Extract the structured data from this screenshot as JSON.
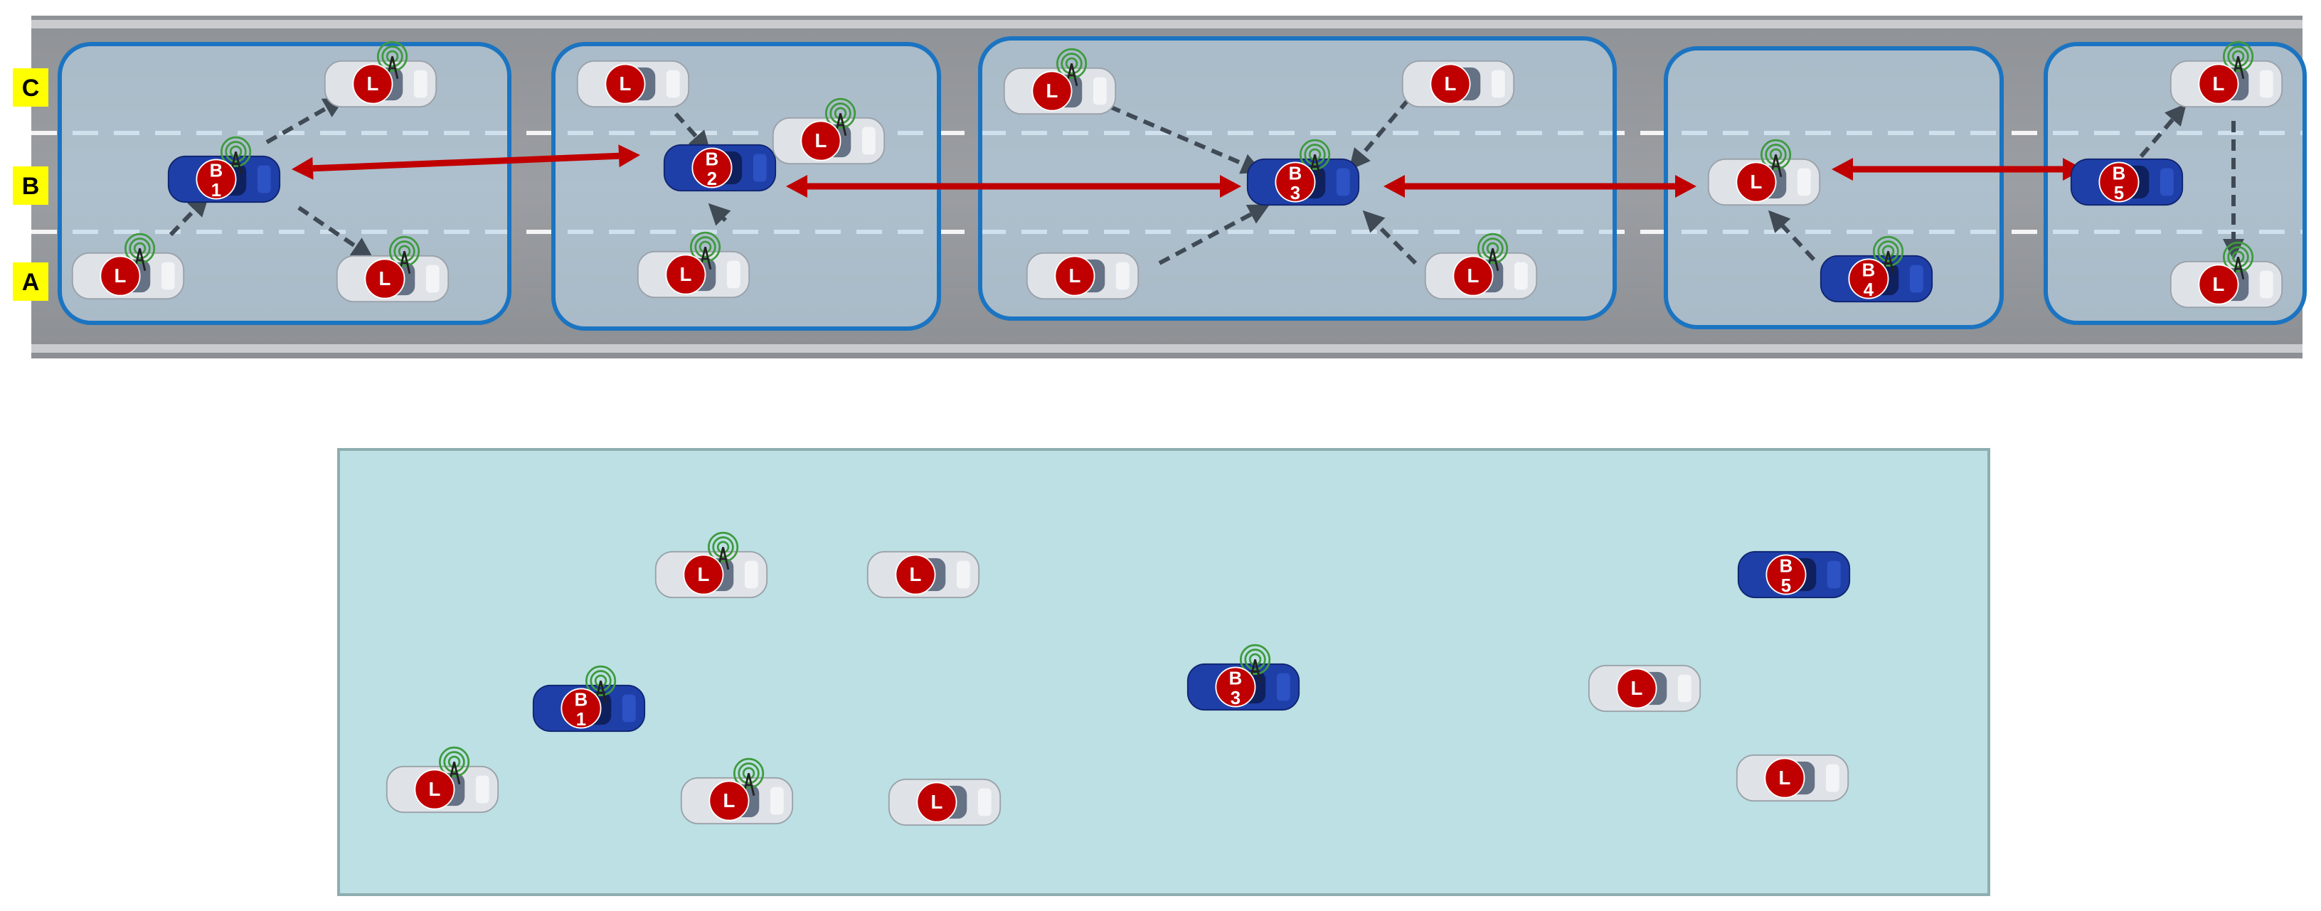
{
  "lanes": [
    {
      "label": "C"
    },
    {
      "label": "B"
    },
    {
      "label": "A"
    }
  ],
  "road_cars": [
    {
      "badge": "L",
      "car": "silver",
      "antenna": true
    },
    {
      "badge": "B",
      "number": "1",
      "car": "blue",
      "antenna": true
    },
    {
      "badge": "L",
      "car": "silver",
      "antenna": true
    },
    {
      "badge": "L",
      "car": "silver",
      "antenna": true
    },
    {
      "badge": "L",
      "car": "silver",
      "antenna": false
    },
    {
      "badge": "B",
      "number": "2",
      "car": "blue",
      "antenna": false
    },
    {
      "badge": "L",
      "car": "silver",
      "antenna": true
    },
    {
      "badge": "L",
      "car": "silver",
      "antenna": true
    },
    {
      "badge": "L",
      "car": "silver",
      "antenna": true
    },
    {
      "badge": "L",
      "car": "silver",
      "antenna": false
    },
    {
      "badge": "L",
      "car": "silver",
      "antenna": false
    },
    {
      "badge": "B",
      "number": "3",
      "car": "blue",
      "antenna": true
    },
    {
      "badge": "L",
      "car": "silver",
      "antenna": true
    },
    {
      "badge": "L",
      "car": "silver",
      "antenna": true
    },
    {
      "badge": "B",
      "number": "4",
      "car": "blue",
      "antenna": true
    },
    {
      "badge": "L",
      "car": "silver",
      "antenna": true
    },
    {
      "badge": "B",
      "number": "5",
      "car": "blue",
      "antenna": false
    },
    {
      "badge": "L",
      "car": "silver",
      "antenna": true
    },
    {
      "badge": "L",
      "car": "silver",
      "antenna": true
    }
  ],
  "bottom_cars": [
    {
      "badge": "L",
      "car": "silver",
      "antenna": true
    },
    {
      "badge": "L",
      "car": "silver",
      "antenna": false
    },
    {
      "badge": "B",
      "number": "1",
      "car": "blue",
      "antenna": true
    },
    {
      "badge": "L",
      "car": "silver",
      "antenna": true
    },
    {
      "badge": "L",
      "car": "silver",
      "antenna": true
    },
    {
      "badge": "L",
      "car": "silver",
      "antenna": false
    },
    {
      "badge": "B",
      "number": "3",
      "car": "blue",
      "antenna": true
    },
    {
      "badge": "L",
      "car": "silver",
      "antenna": false
    },
    {
      "badge": "B",
      "number": "5",
      "car": "blue",
      "antenna": false
    },
    {
      "badge": "L",
      "car": "silver",
      "antenna": false
    }
  ],
  "colors": {
    "lane_label_bg": "#ffff00",
    "cluster_border": "#1b74c1",
    "cluster_fill": "#b9d3e6",
    "badge_red": "#c00000",
    "inter_cluster_arrow": "#c00000",
    "intra_cluster_arrow": "#404a55",
    "antenna_green": "#3e9a3e",
    "bottom_panel_fill": "#bce0e3",
    "bottom_panel_border": "#8eaeb0",
    "car_blue": "#1f3fa8",
    "car_silver": "#dfe3e8"
  }
}
